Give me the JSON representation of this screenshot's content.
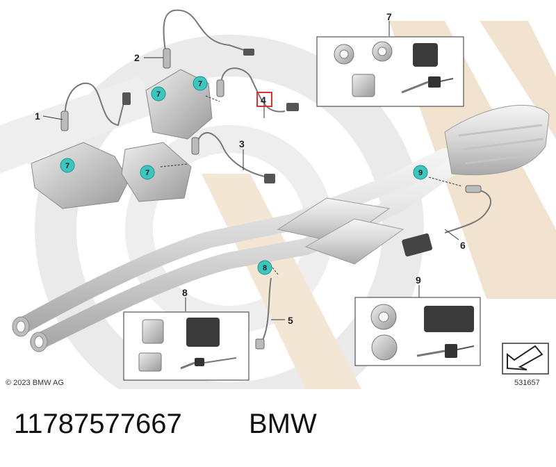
{
  "diagram": {
    "copyright": "© 2023 BMW AG",
    "drawing_id": "531657",
    "callouts": [
      {
        "id": "1",
        "label": "1"
      },
      {
        "id": "2",
        "label": "2"
      },
      {
        "id": "3",
        "label": "3"
      },
      {
        "id": "4",
        "label": "4",
        "highlighted": true
      },
      {
        "id": "5",
        "label": "5"
      },
      {
        "id": "6",
        "label": "6"
      },
      {
        "id": "7",
        "label": "7"
      },
      {
        "id": "8",
        "label": "8"
      },
      {
        "id": "9",
        "label": "9"
      }
    ],
    "badges": [
      "7",
      "7",
      "7",
      "7",
      "9",
      "8"
    ],
    "colors": {
      "badge": "#3cc6c0",
      "highlight": "#e03030",
      "watermark_gray": "#e4e4e4",
      "watermark_beige": "#f2e2cf",
      "part_gray": "#d8d8d8"
    }
  },
  "footer": {
    "part_number": "11787577667",
    "brand": "BMW"
  }
}
